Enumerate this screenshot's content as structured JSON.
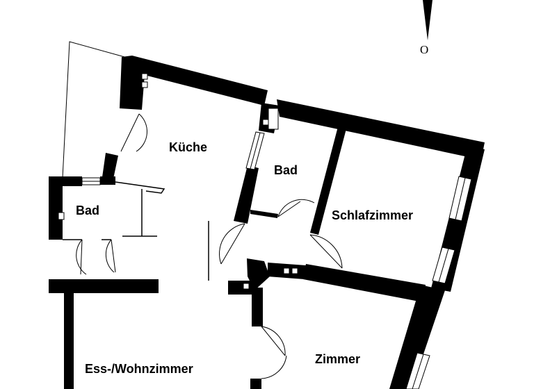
{
  "compass": {
    "label": "O"
  },
  "rooms": {
    "kueche": "Küche",
    "bad_upper": "Bad",
    "bad_left": "Bad",
    "schlafzimmer": "Schlafzimmer",
    "zimmer": "Zimmer",
    "ess_wohnzimmer": "Ess-/Wohnzimmer"
  },
  "colors": {
    "wall": "#000000",
    "background": "#ffffff",
    "line": "#000000"
  }
}
